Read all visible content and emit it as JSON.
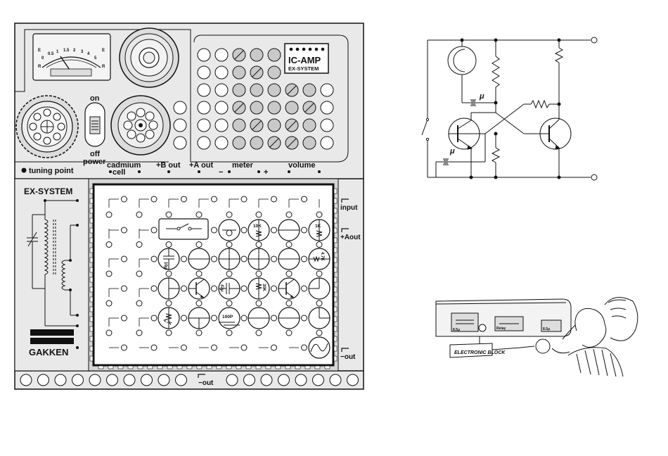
{
  "panel": {
    "tuning_point": "tuning point",
    "on": "on",
    "off": "off",
    "power": "power",
    "cadmium": "cadmium",
    "cell": "cell",
    "b_out": "+B out",
    "a_out": "+A out",
    "meter": "meter",
    "minus": "−",
    "plus": "+",
    "volume": "volume",
    "input": "input",
    "aout_right": "+Aout",
    "out_right": "−out",
    "out_bottom": "−out",
    "ex_system": "EX-SYSTEM",
    "brand": "GAKKEN",
    "logo_ic": "IC-AMP",
    "logo_ex": "EX-SYSTEM"
  },
  "meter_scale": [
    "0",
    "0.5",
    "1",
    "1.5",
    "2",
    "3",
    "4",
    "5"
  ],
  "meter_letters": [
    "E",
    "R"
  ],
  "components": [
    "10K",
    "1K",
    "4.7K",
    "10μ",
    "47μ",
    "30K",
    "4.7K",
    "100P"
  ],
  "schematic": {
    "mu_top": "μ",
    "mu_bottom": "μ"
  },
  "illustration": {
    "block_label": "ELECTRONIC BLOCK",
    "tags": [
      "8.5μ",
      "Relay",
      "8.5μ"
    ]
  },
  "colors": {
    "ink": "#111111",
    "panel": "#e9e9e9",
    "shade": "#c9c9c9",
    "board": "#ffffff"
  }
}
